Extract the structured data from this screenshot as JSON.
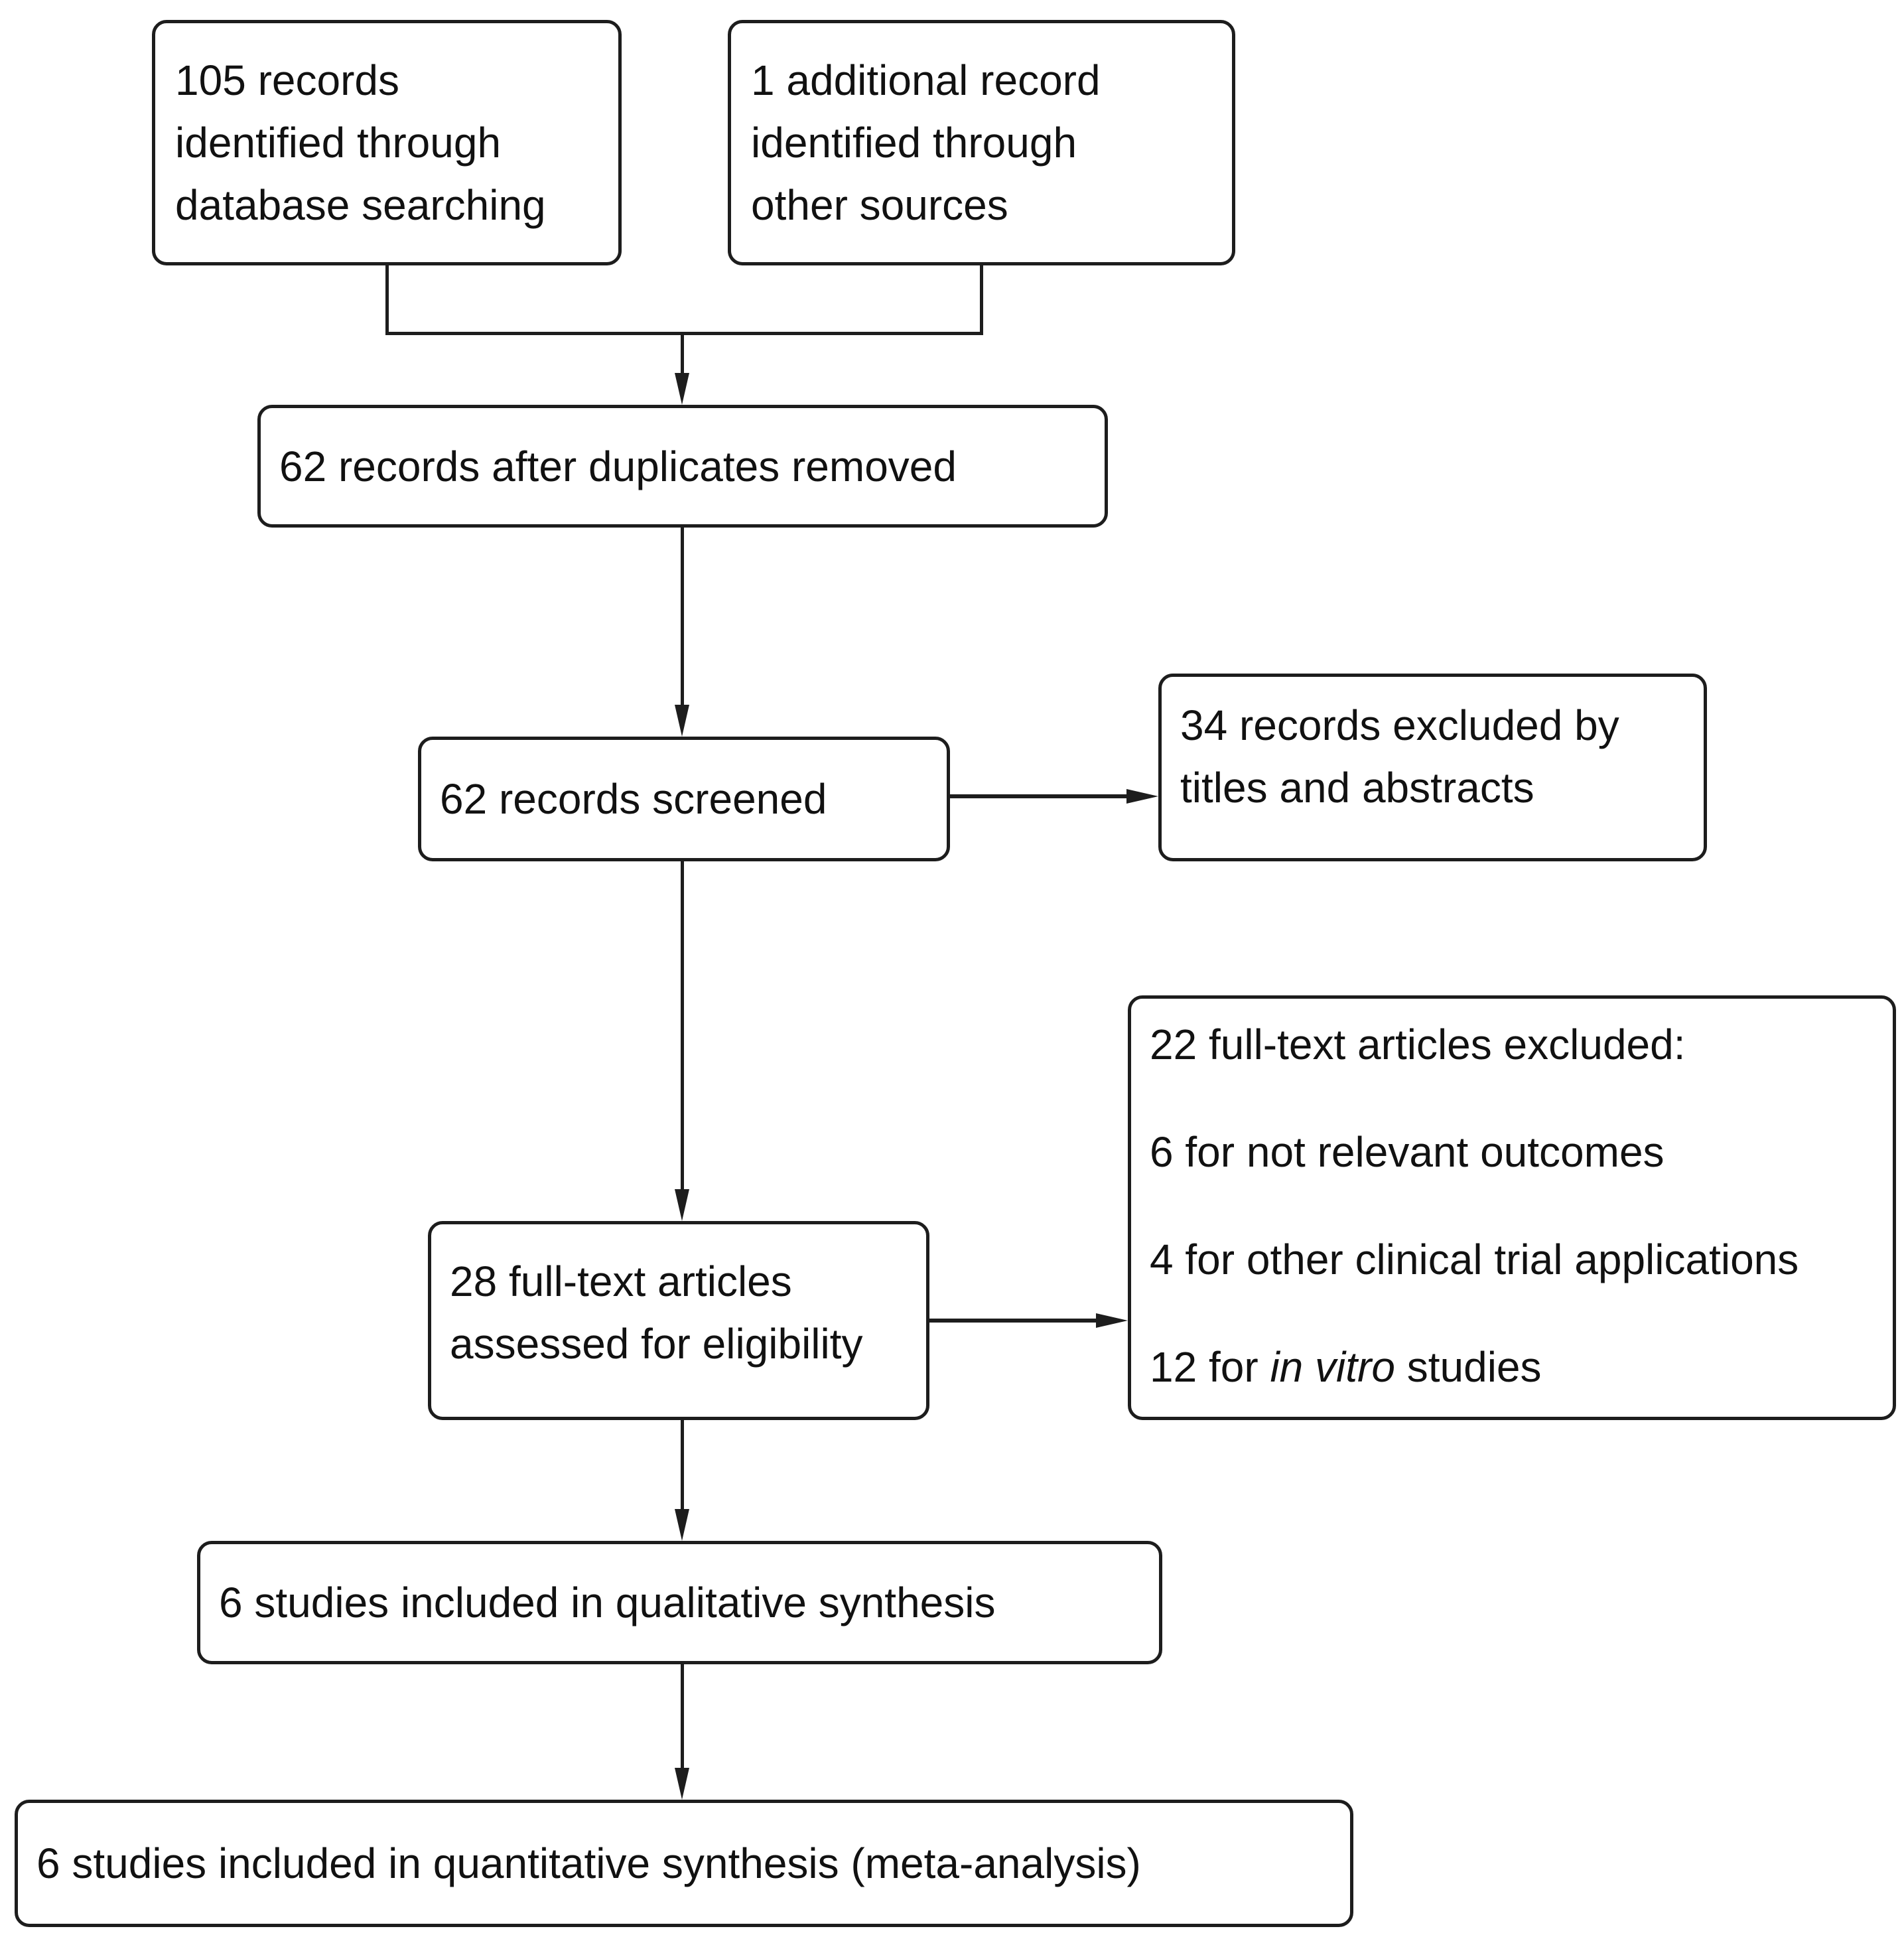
{
  "colors": {
    "ink": "#1d1d1d",
    "text": "#111111",
    "background": "#ffffff"
  },
  "boxes": {
    "identified_database": {
      "line1": "105 records",
      "line2": "identified through",
      "line3": "database searching"
    },
    "identified_other": {
      "line1": "1 additional record",
      "line2": "identified through",
      "line3": "other sources"
    },
    "after_duplicates": {
      "text": "62 records after duplicates removed"
    },
    "screened": {
      "text": "62 records screened"
    },
    "excluded_titles_abstracts": {
      "line1": "34 records excluded by",
      "line2": "titles and abstracts"
    },
    "fulltext_assessed": {
      "line1": "28 full-text articles",
      "line2": "assessed for eligibility"
    },
    "fulltext_excluded": {
      "line1": "22 full-text articles excluded:",
      "line2": "6 for not relevant outcomes",
      "line3": "4 for other clinical trial applications",
      "line4_prefix": "12 for ",
      "line4_italic": "in vitro",
      "line4_suffix": " studies"
    },
    "qualitative_synthesis": {
      "text": "6 studies included in qualitative synthesis"
    },
    "quantitative_synthesis": {
      "text": "6 studies included in quantitative synthesis (meta-analysis)"
    }
  }
}
